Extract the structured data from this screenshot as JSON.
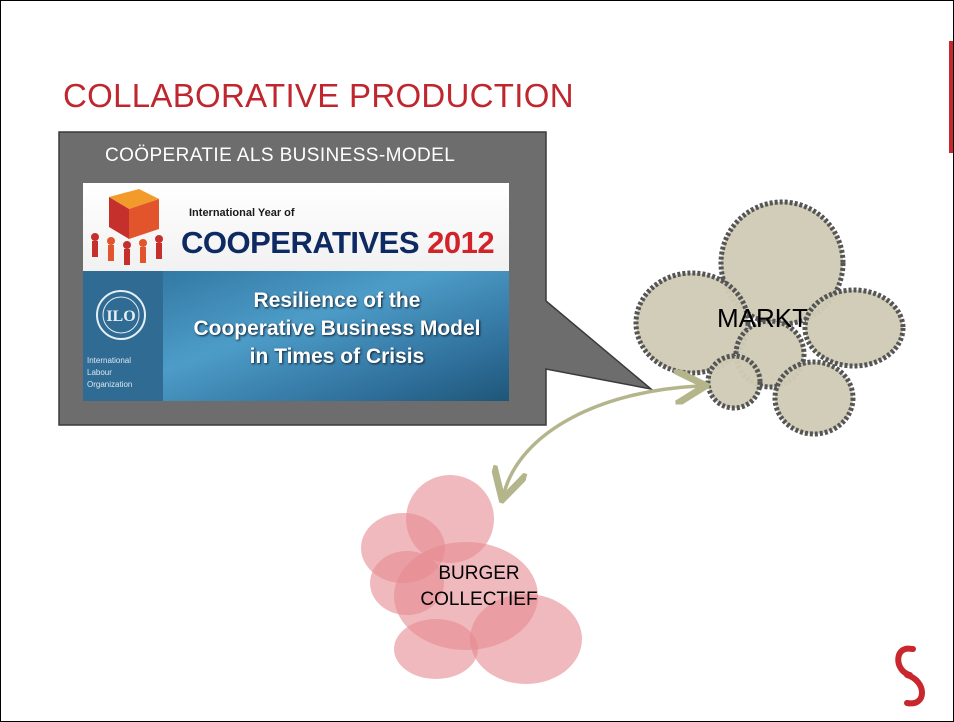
{
  "slide": {
    "title": "COLLABORATIVE PRODUCTION",
    "callout": {
      "label": "COÖPERATIE ALS BUSINESS-MODEL",
      "banner": {
        "iyc_small": "International Year of",
        "iyc_big": "COOPERATIVES",
        "iyc_year": "2012",
        "ilo_org": [
          "International",
          "Labour",
          "Organization"
        ],
        "headline_lines": [
          "Resilience of the",
          "Cooperative Business Model",
          "in Times of Crisis"
        ]
      }
    },
    "nodes": {
      "markt": "MARKT",
      "burger_line1": "BURGER",
      "burger_line2": "COLLECTIEF"
    },
    "icons": [
      "iyc-logo-icon",
      "ilo-logo-icon",
      "brand-logo-icon",
      "double-arrow-icon"
    ]
  },
  "colors": {
    "title": "#c0262d",
    "callout_fill": "#6d6d6d",
    "markt_fill": "#cfcbb6",
    "burger_fill": "#e88f96",
    "arrow": "#b5b58c"
  }
}
